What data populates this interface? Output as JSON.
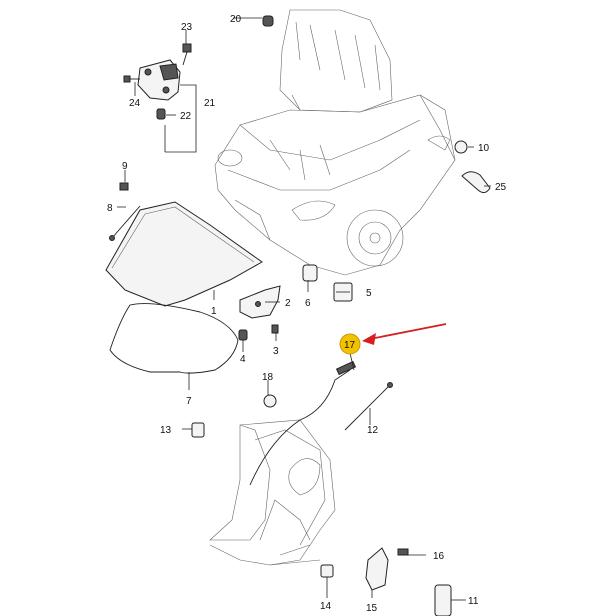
{
  "diagram": {
    "callouts": {
      "c1": "1",
      "c2": "2",
      "c3": "3",
      "c4": "4",
      "c5": "5",
      "c6": "6",
      "c7": "7",
      "c8": "8",
      "c9": "9",
      "c10": "10",
      "c11": "11",
      "c12": "12",
      "c13": "13",
      "c14": "14",
      "c15": "15",
      "c16": "16",
      "c17": "17",
      "c18": "18",
      "c20": "20",
      "c21": "21",
      "c22": "22",
      "c23": "23",
      "c24": "24",
      "c25": "25"
    },
    "colors": {
      "highlight_fill": "#f2c200",
      "highlight_stroke": "#c69a00",
      "arrow": "#d61f1f",
      "line": "#222222"
    }
  }
}
